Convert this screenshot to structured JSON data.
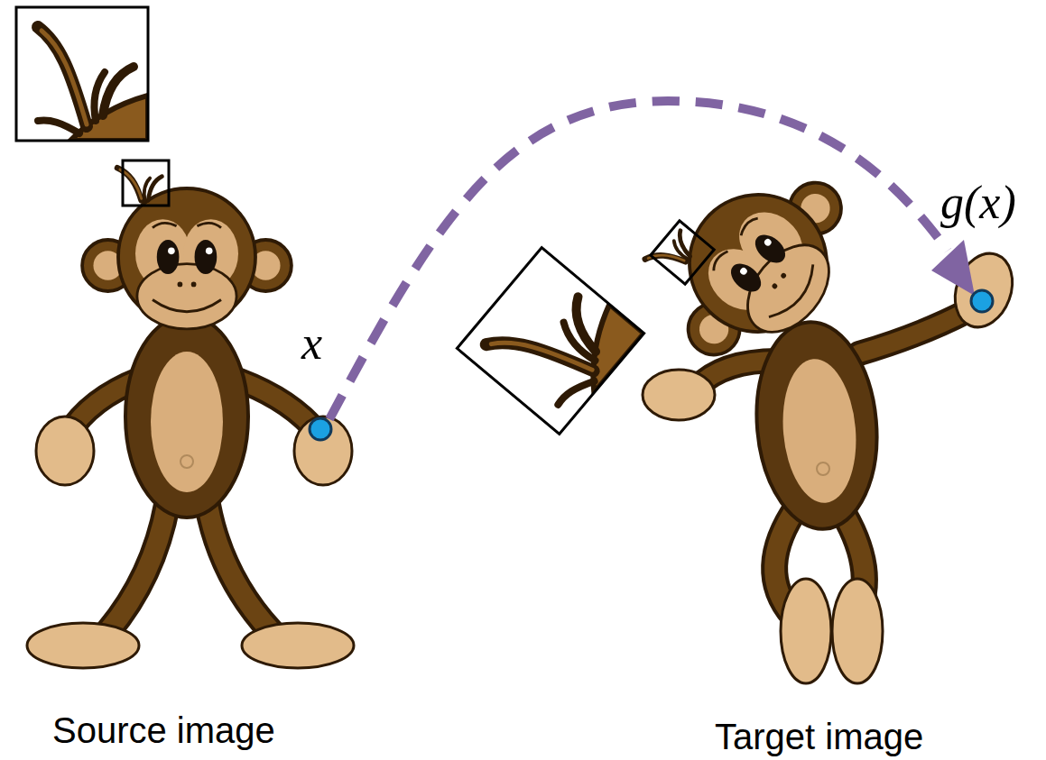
{
  "diagram": {
    "labels": [
      "x",
      "g(x)",
      "Source image",
      "Target image"
    ]
  }
}
